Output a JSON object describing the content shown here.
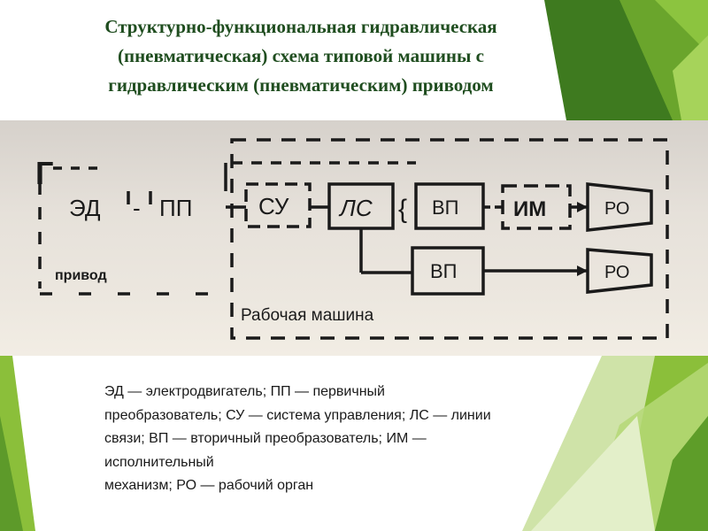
{
  "slide": {
    "title_lines": [
      "Структурно-функциональная гидравлическая",
      "(пневматическая) схема типовой машины с",
      "гидравлическим (пневматическим) приводом"
    ]
  },
  "diagram": {
    "group_label_top": "Г",
    "group_label_bottom": "привод",
    "machine_label": "Рабочая машина",
    "ed": "ЭД",
    "pp": "ПП",
    "su": "СУ",
    "ls": "ЛС",
    "vp_top": "ВП",
    "vp_bottom": "ВП",
    "im": "ИМ",
    "ro_top": "РО",
    "ro_bottom": "РО"
  },
  "legend": {
    "lines": [
      "ЭД — электродвигатель; ПП — первичный",
      "преобразователь; СУ — система управления; ЛС — линии",
      "связи; ВП — вторичный преобразователь; ИМ —",
      "исполнительный",
      "механизм; РО — рабочий орган"
    ]
  },
  "theme": {
    "accent_green": "#8bbf3a",
    "dark_green": "#3f7a1e",
    "title_color": "#1f4d1f"
  }
}
